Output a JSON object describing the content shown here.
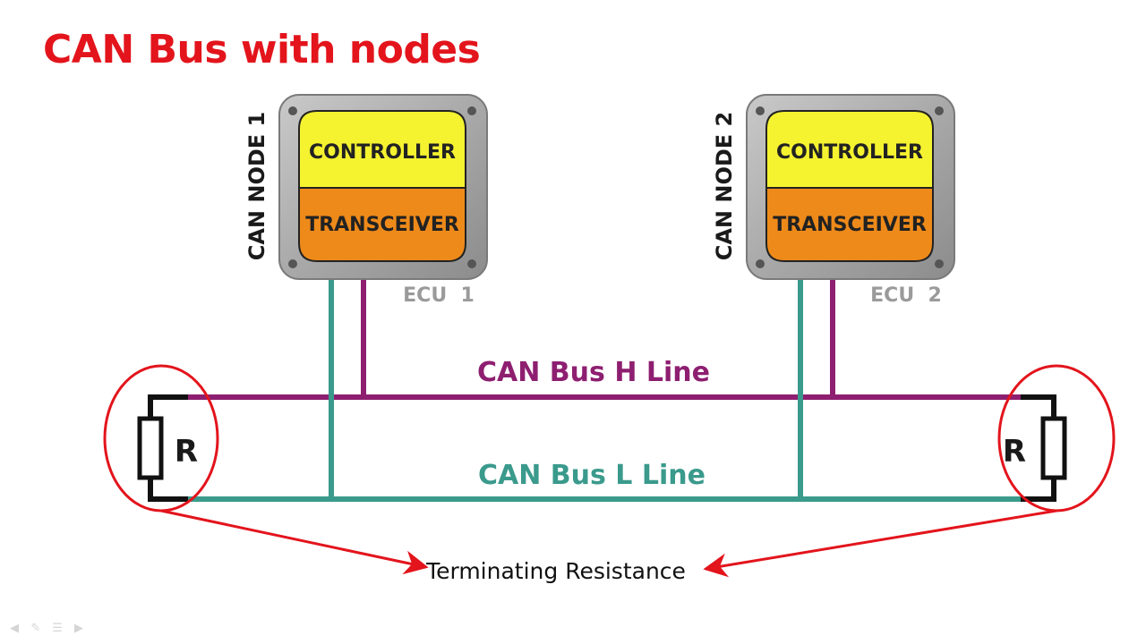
{
  "title": "CAN Bus with nodes",
  "nodes": [
    {
      "side_label": "CAN NODE 1",
      "controller_label": "CONTROLLER",
      "transceiver_label": "TRANSCEIVER",
      "ecu_label": "ECU  1"
    },
    {
      "side_label": "CAN NODE 2",
      "controller_label": "CONTROLLER",
      "transceiver_label": "TRANSCEIVER",
      "ecu_label": "ECU  2"
    }
  ],
  "bus": {
    "h_label": "CAN Bus H Line",
    "l_label": "CAN Bus L Line",
    "h_color": "#8e1f70",
    "l_color": "#3a9a8c"
  },
  "resistors": [
    {
      "label": "R"
    },
    {
      "label": "R"
    }
  ],
  "annotation": {
    "text": "Terminating Resistance",
    "color": "#e3141c"
  },
  "colors": {
    "controller": "#f5f230",
    "transceiver": "#ee8a1a",
    "housing": "#a8a8a8",
    "title": "#e3141c"
  },
  "slide_controls": [
    "prev-icon",
    "pen-icon",
    "menu-icon",
    "next-icon"
  ]
}
